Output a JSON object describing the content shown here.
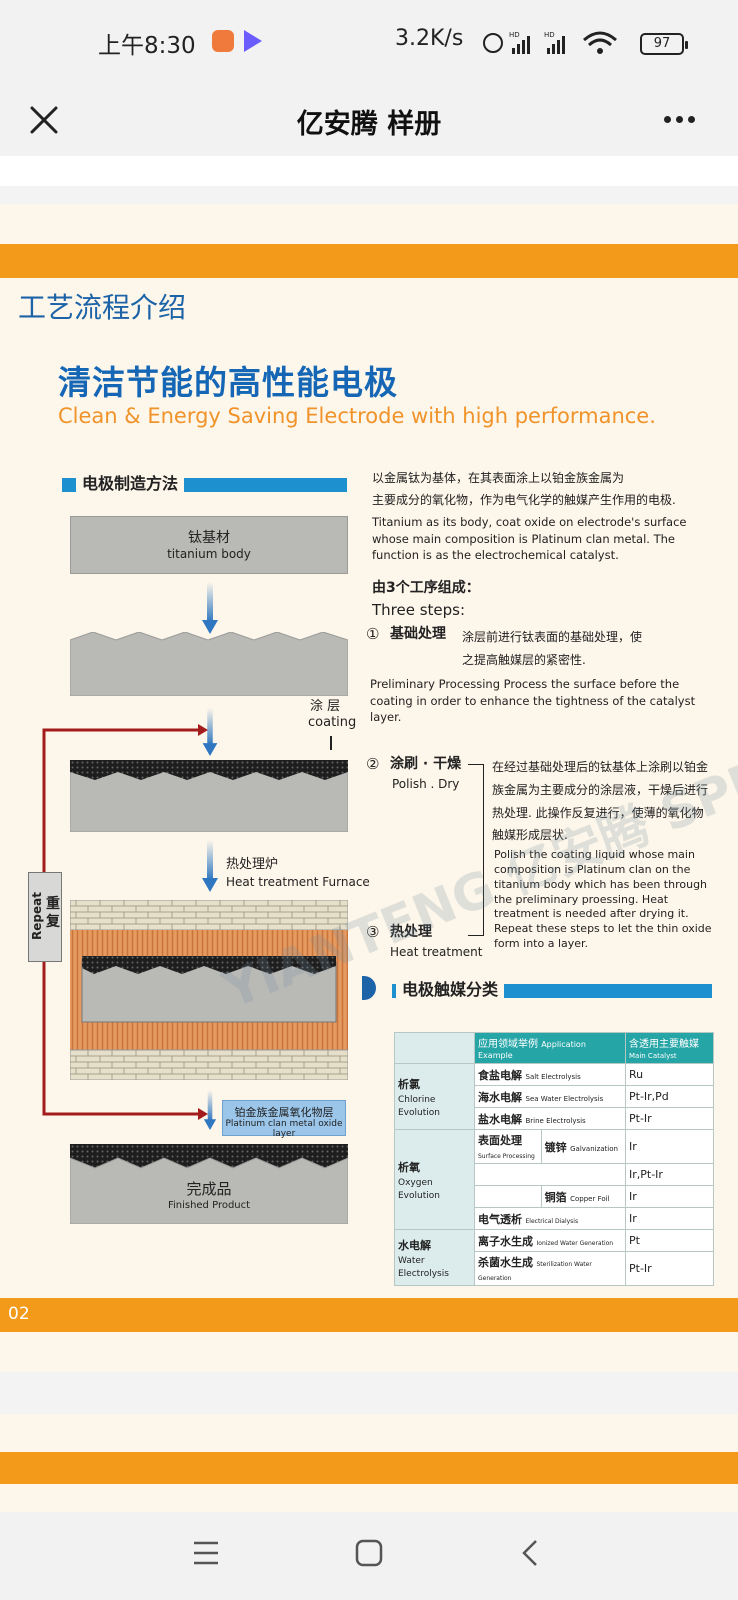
{
  "status_bar": {
    "time": "上午8:30",
    "speed": "3.2K/s",
    "battery": "97"
  },
  "nav": {
    "title": "亿安腾 样册"
  },
  "page": {
    "section_title": "工艺流程介绍",
    "headline_zh": "清洁节能的高性能电极",
    "headline_en": "Clean & Energy Saving Electrode with high performance.",
    "method_title": "电极制造方法",
    "titanium_zh": "钛基材",
    "titanium_en": "titanium body",
    "coating_zh": "涂 层",
    "coating_en": "coating",
    "heat_furnace_zh": "热处理炉",
    "heat_furnace_en": "Heat treatment Furnace",
    "repeat_en": "Repeat",
    "repeat_zh": "重复",
    "oxide_zh": "铂金族金属氧化物层",
    "oxide_en": "Platinum clan metal oxide layer",
    "finished_zh": "完成品",
    "finished_en": "Finished Product",
    "intro_zh_1": "以金属钛为基体，在其表面涂上以铂金族金属为",
    "intro_zh_2": "主要成分的氧化物，作为电气化学的触媒产生作用的电极.",
    "intro_en": "Titanium as its body, coat oxide on electrode's surface whose main composition is Platinum clan metal. The function is as the electrochemical catalyst.",
    "steps_zh": "由3个工序组成：",
    "steps_en": "Three steps:",
    "step1_num": "①",
    "step1_zh": "基础处理",
    "step1_desc_zh": "涂层前进行钛表面的基础处理，使之提高触媒层的紧密性.",
    "step1_en": "Preliminary  Processing  Process the surface before the coating in order to enhance the tightness of the catalyst layer.",
    "step2_num": "②",
    "step2_zh": "涂刷 · 干燥",
    "step2_en_title": "Polish . Dry",
    "step2_desc_zh": "在经过基础处理后的钛基体上涂刷以铂金族金属为主要成分的涂层液，干燥后进行热处理. 此操作反复进行，使薄的氧化物触媒形成层状.",
    "step2_desc_en": "Polish the coating liquid whose main composition is Platinum clan on the titanium body which has been through the preliminary proessing. Heat treatment is needed after drying it. Repeat these steps to let the thin oxide form into a layer.",
    "step3_num": "③",
    "step3_zh": "热处理",
    "step3_en": "Heat treatment",
    "catalyst_title": "电极触媒分类",
    "page_no": "02",
    "watermark": "YIANTENG 亿安腾 SPECIAL ANODES"
  },
  "table": {
    "header_app": "应用领域举例",
    "header_app_en": "Application Example",
    "header_cat": "含透用主要触媒",
    "header_cat_en": "Main Catalyst",
    "g1_zh": "析氯",
    "g1_en": "Chlorine Evolution",
    "g2_zh": "析氧",
    "g2_en": "Oxygen Evolution",
    "g3_zh": "水电解",
    "g3_en": "Water Electrolysis",
    "rows": [
      {
        "zh": "食盐电解",
        "en": "Salt Electrolysis",
        "cat": "Ru"
      },
      {
        "zh": "海水电解",
        "en": "Sea Water Electrolysis",
        "cat": "Pt-Ir,Pd"
      },
      {
        "zh": "盐水电解",
        "en": "Brine Electrolysis",
        "cat": "Pt-Ir"
      },
      {
        "zh": "表面处理",
        "en": "Surface Processing",
        "sub_zh": "镀锌",
        "sub_en": "Galvanization",
        "cat": "Ir"
      },
      {
        "zh": "",
        "en": "",
        "cat": "Ir,Pt-Ir"
      },
      {
        "zh": "",
        "en": "",
        "sub_zh": "铜箔",
        "sub_en": "Copper Foil",
        "cat": "Ir"
      },
      {
        "zh": "电气透析",
        "en": "Electrical Dialysis",
        "cat": "Ir"
      },
      {
        "zh": "离子水生成",
        "en": "Ionized Water Generation",
        "cat": "Pt"
      },
      {
        "zh": "杀菌水生成",
        "en": "Sterilization Water Generation",
        "cat": "Pt-Ir"
      }
    ]
  },
  "colors": {
    "accent_orange": "#f39a1a",
    "brand_blue": "#1567b6",
    "teal": "#26a5a7"
  }
}
